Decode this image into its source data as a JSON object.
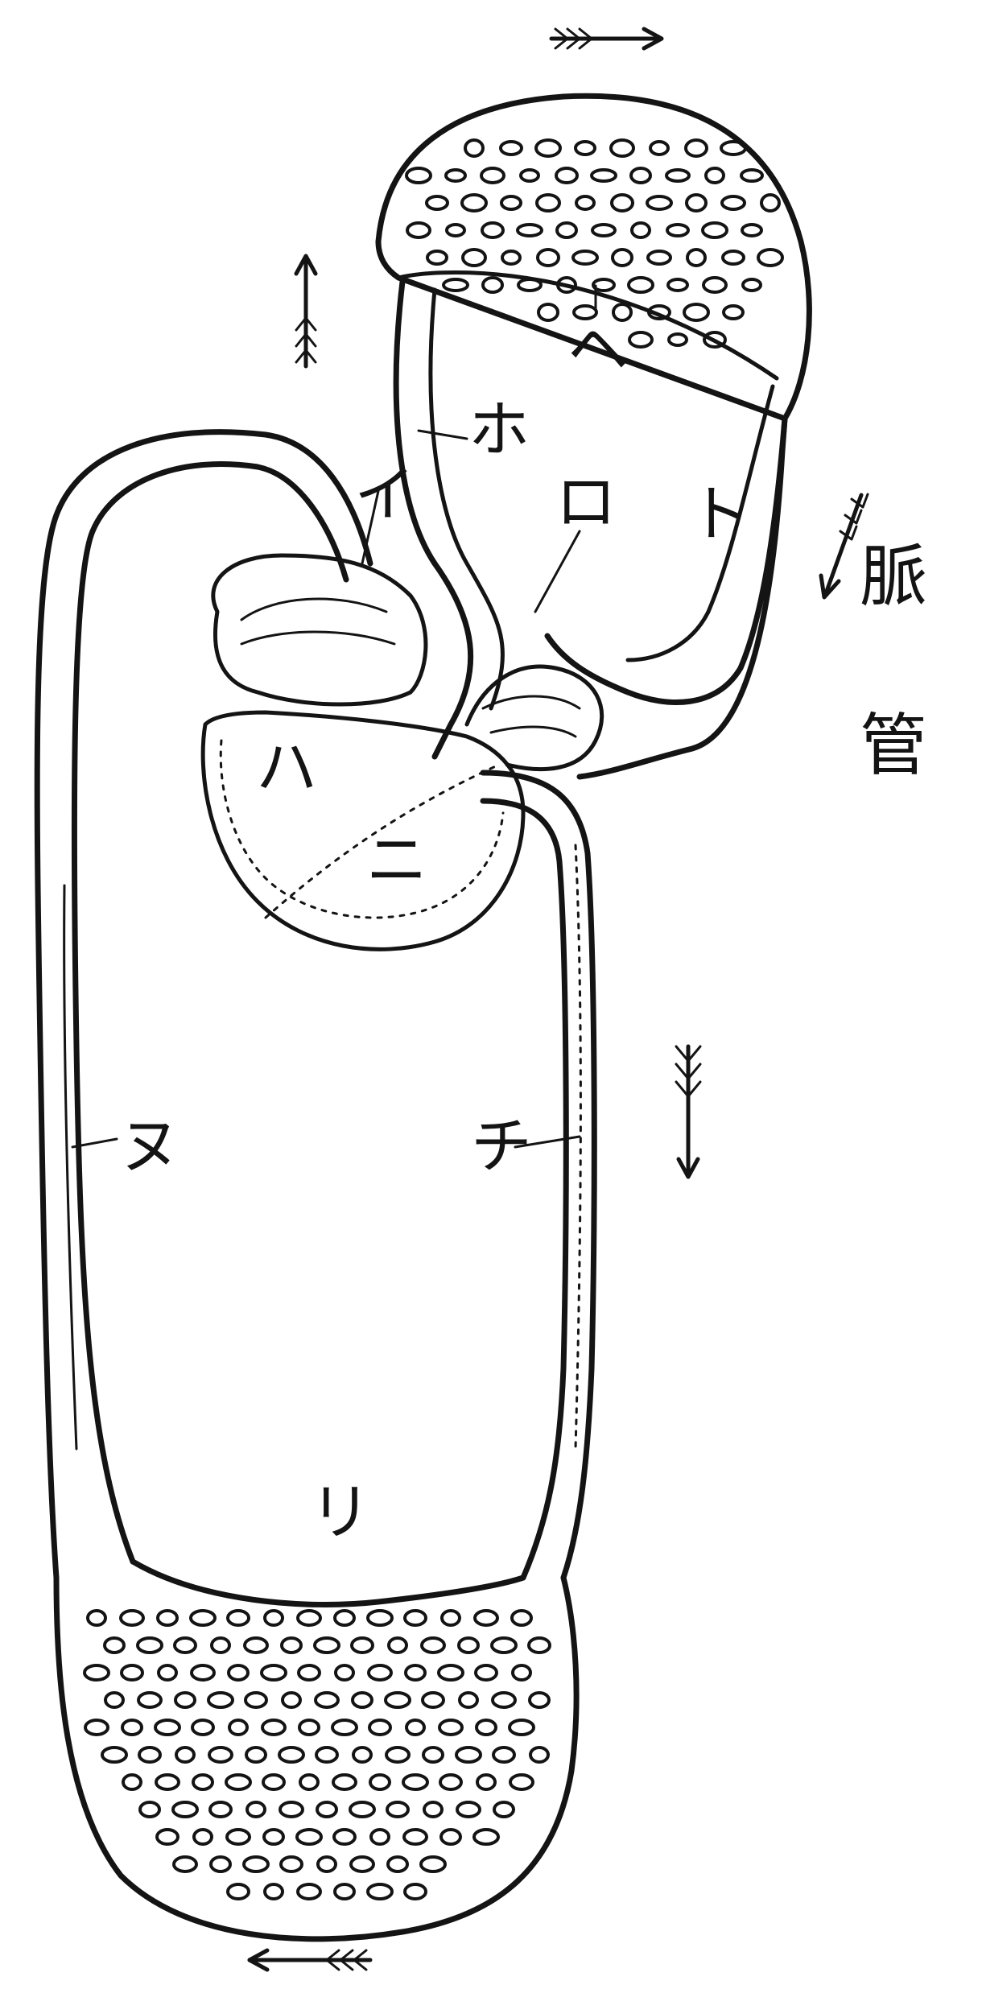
{
  "title": "脈管",
  "labels": {
    "i": "イ",
    "ro": "ロ",
    "ha": "ハ",
    "ni": "ニ",
    "ho": "ホ",
    "he": "ヘ",
    "to": "ト",
    "chi": "チ",
    "ri": "リ",
    "nu": "ヌ"
  }
}
